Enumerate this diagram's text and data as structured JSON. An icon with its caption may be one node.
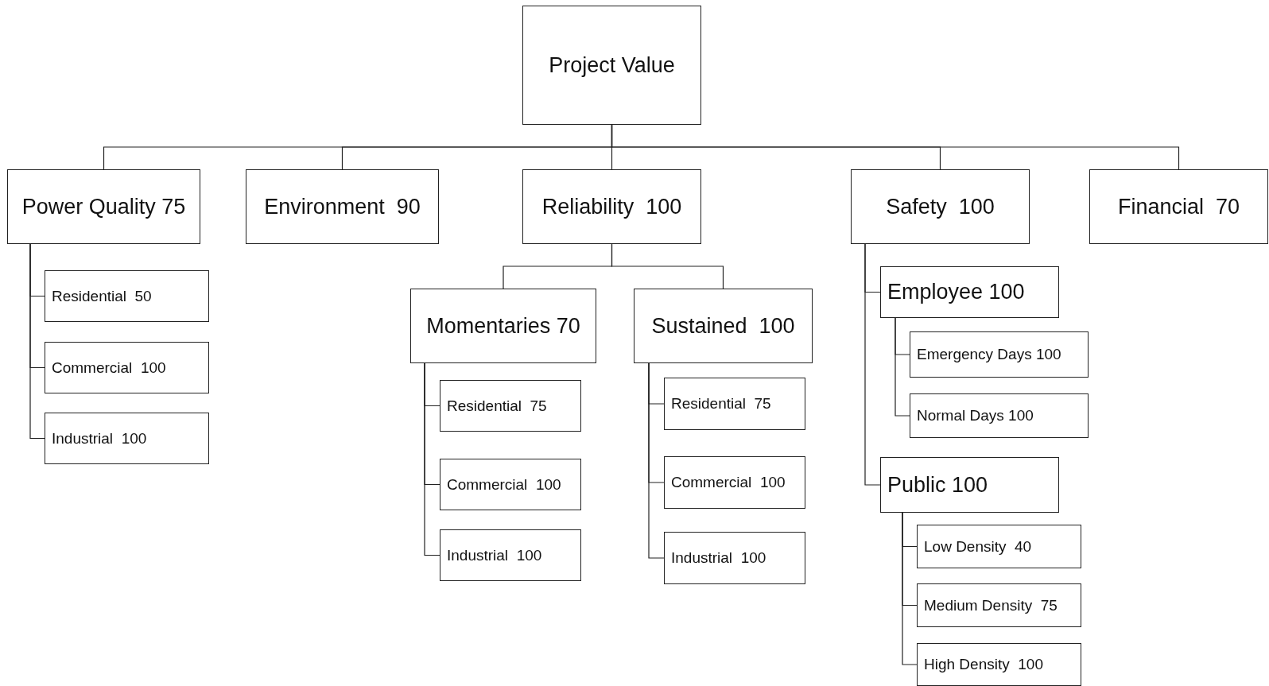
{
  "diagram": {
    "nodes": [
      {
        "text": [
          "Project Value"
        ]
      },
      {
        "text": [
          "Power Quality 75"
        ]
      },
      {
        "text": [
          "Environment  90"
        ]
      },
      {
        "text": [
          "Reliability  100"
        ]
      },
      {
        "text": [
          "Safety  100"
        ]
      },
      {
        "text": [
          "Financial  70"
        ]
      },
      {
        "text": [
          "Residential  50"
        ]
      },
      {
        "text": [
          "Commercial  100"
        ]
      },
      {
        "text": [
          "Industrial  100"
        ]
      },
      {
        "text": [
          "Momentaries 70"
        ]
      },
      {
        "text": [
          "Sustained  100"
        ]
      },
      {
        "text": [
          "Residential  75"
        ]
      },
      {
        "text": [
          "Commercial  100"
        ]
      },
      {
        "text": [
          "Industrial  100"
        ]
      },
      {
        "text": [
          "Residential  75"
        ]
      },
      {
        "text": [
          "Commercial  100"
        ]
      },
      {
        "text": [
          "Industrial  100"
        ]
      },
      {
        "text": [
          "Employee 100"
        ]
      },
      {
        "text": [
          "Emergency Days 100"
        ]
      },
      {
        "text": [
          "Normal Days 100"
        ]
      },
      {
        "text": [
          "Public 100"
        ]
      },
      {
        "text": [
          "Low Density  40"
        ]
      },
      {
        "text": [
          "Medium Density  75"
        ]
      },
      {
        "text": [
          "High Density  100"
        ]
      }
    ],
    "edges": [
      {
        "from": 0,
        "to": 1,
        "arrow": "none"
      },
      {
        "from": 0,
        "to": 2,
        "arrow": "none"
      },
      {
        "from": 0,
        "to": 3,
        "arrow": "none"
      },
      {
        "from": 0,
        "to": 4,
        "arrow": "none"
      },
      {
        "from": 0,
        "to": 5,
        "arrow": "none"
      },
      {
        "from": 1,
        "to": 6,
        "arrow": "none"
      },
      {
        "from": 1,
        "to": 7,
        "arrow": "none"
      },
      {
        "from": 1,
        "to": 8,
        "arrow": "none"
      },
      {
        "from": 3,
        "to": 9,
        "arrow": "none"
      },
      {
        "from": 3,
        "to": 10,
        "arrow": "none"
      },
      {
        "from": 9,
        "to": 11,
        "arrow": "none"
      },
      {
        "from": 9,
        "to": 12,
        "arrow": "none"
      },
      {
        "from": 9,
        "to": 13,
        "arrow": "none"
      },
      {
        "from": 10,
        "to": 14,
        "arrow": "none"
      },
      {
        "from": 10,
        "to": 15,
        "arrow": "none"
      },
      {
        "from": 10,
        "to": 16,
        "arrow": "none"
      },
      {
        "from": 4,
        "to": 17,
        "arrow": "none"
      },
      {
        "from": 4,
        "to": 20,
        "arrow": "none"
      },
      {
        "from": 17,
        "to": 18,
        "arrow": "none"
      },
      {
        "from": 17,
        "to": 19,
        "arrow": "none"
      },
      {
        "from": 20,
        "to": 21,
        "arrow": "none"
      },
      {
        "from": 20,
        "to": 22,
        "arrow": "none"
      },
      {
        "from": 20,
        "to": 23,
        "arrow": "none"
      }
    ]
  }
}
